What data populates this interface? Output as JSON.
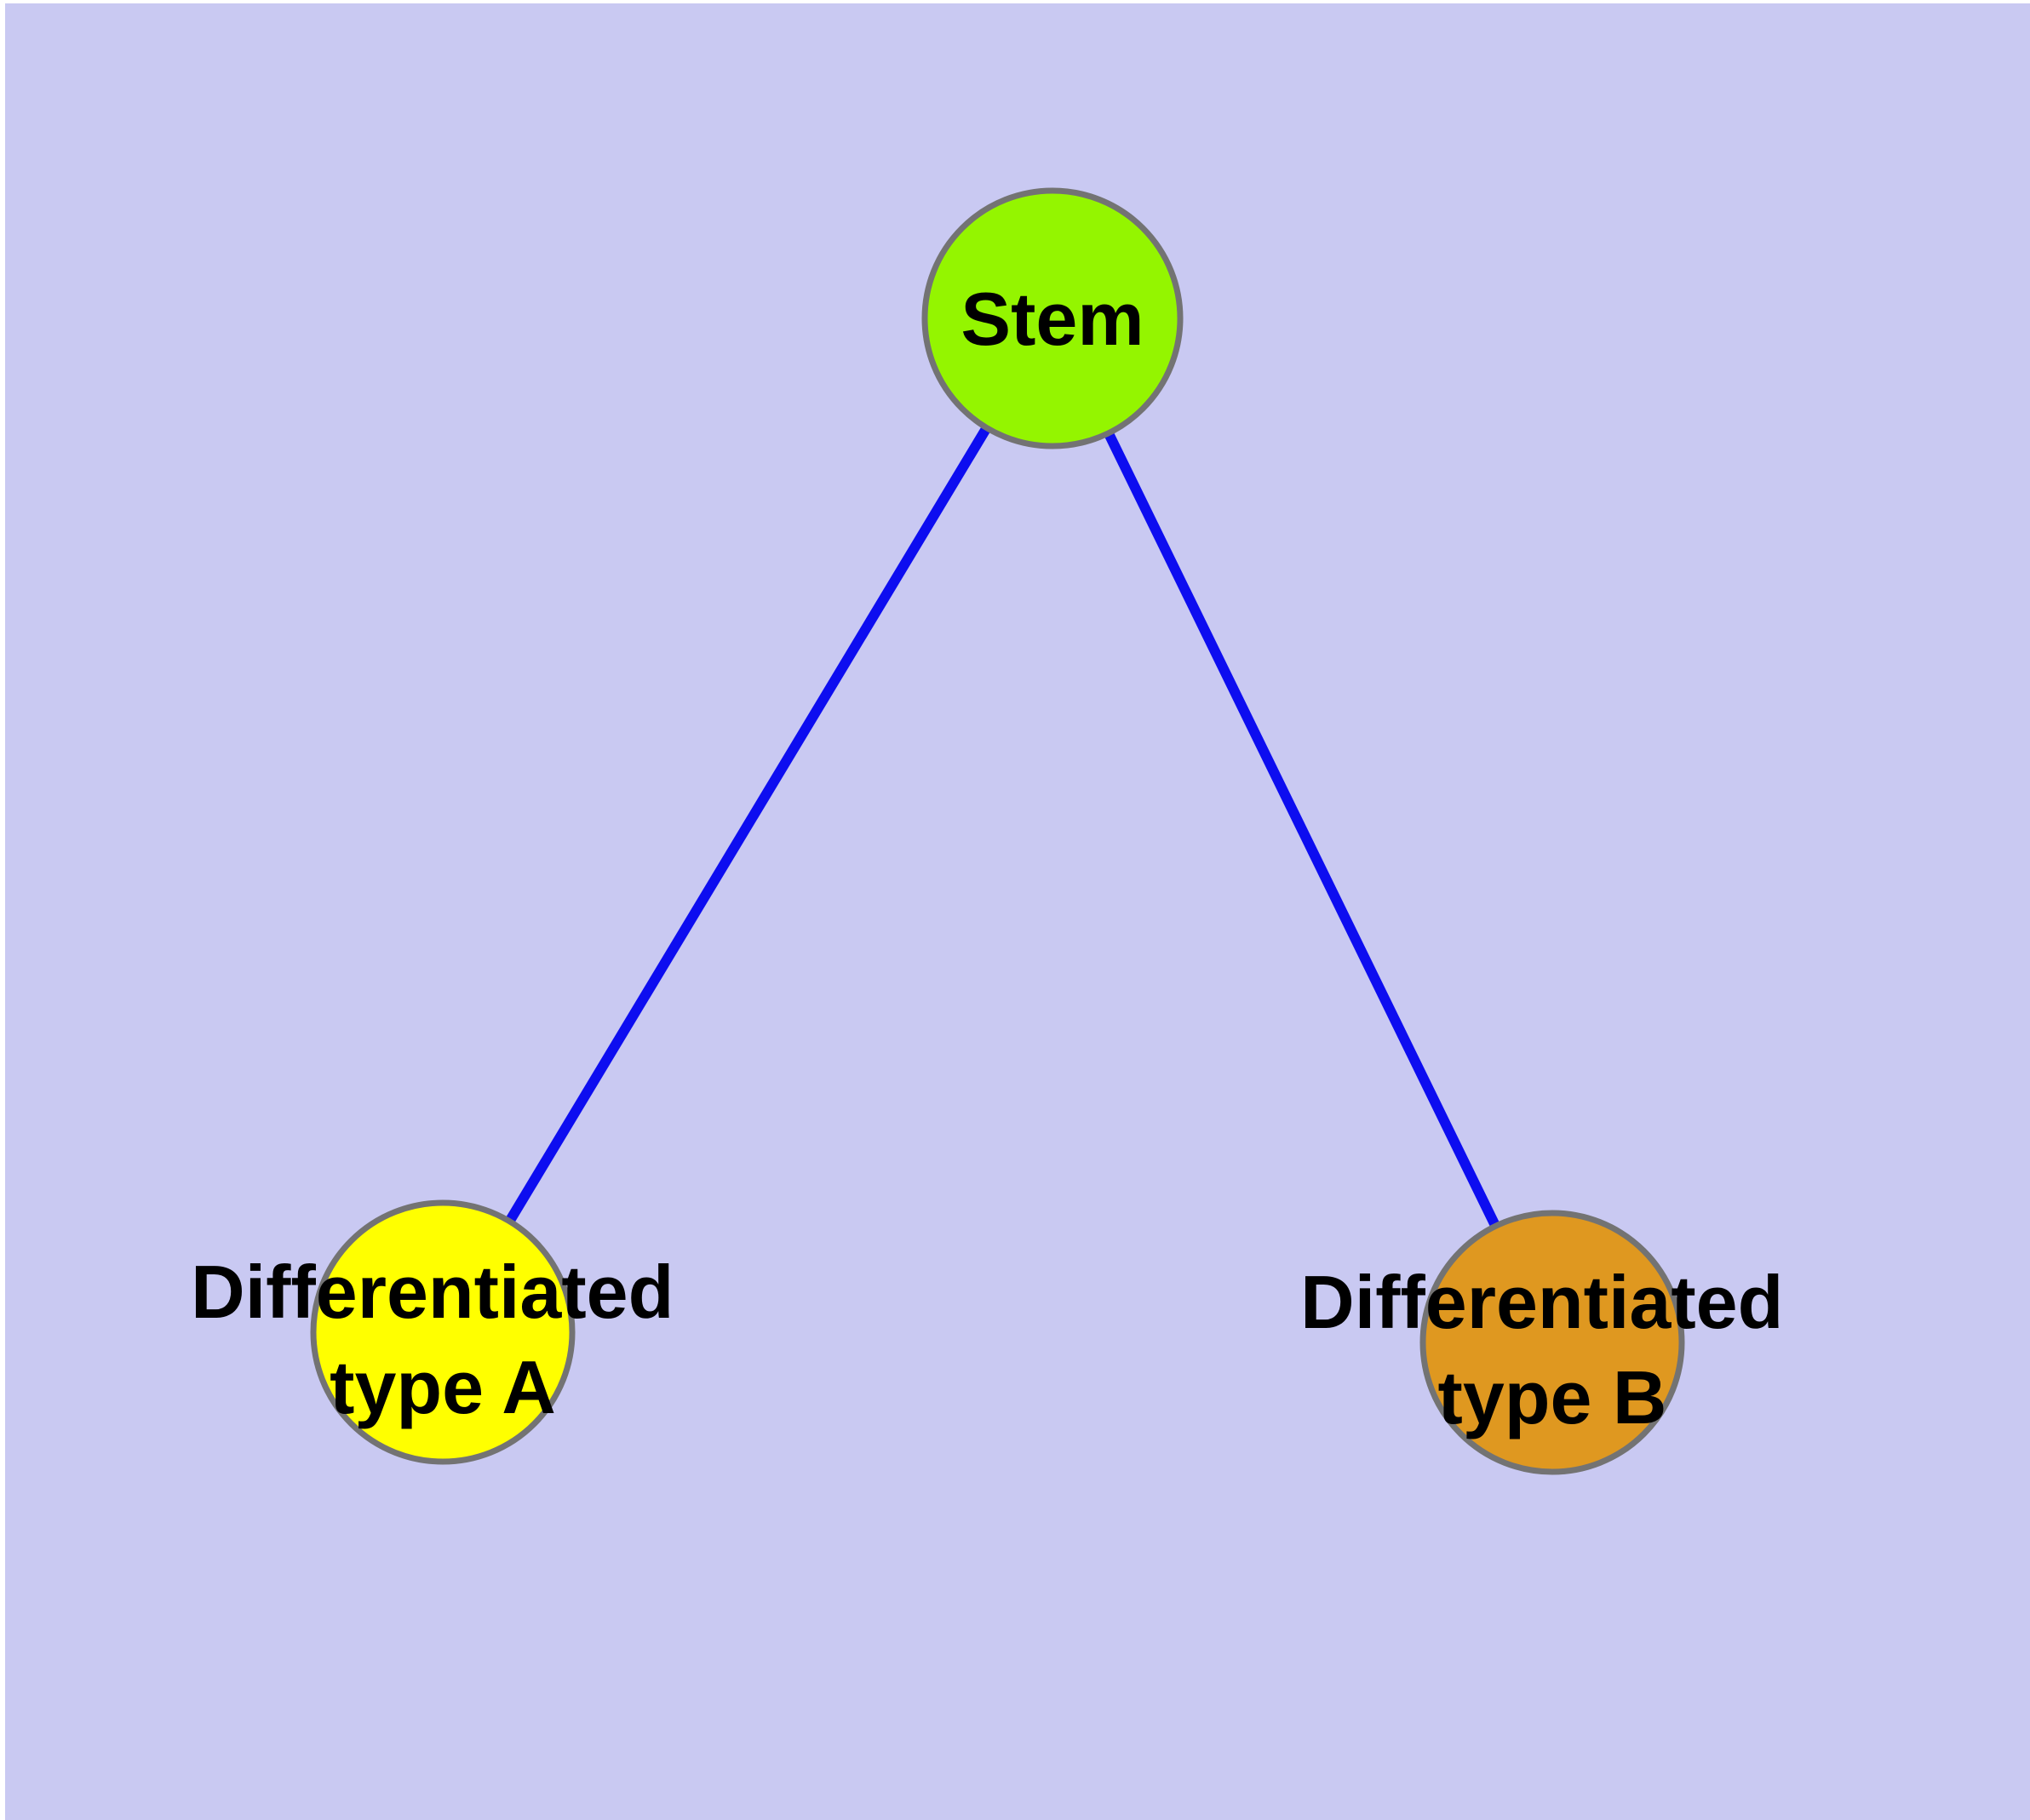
{
  "canvas": {
    "background_color": "#c9c9f2",
    "margin_color": "#ffffff",
    "edge_color": "#0d0df0",
    "node_border_color": "#737373",
    "label_color": "#000000"
  },
  "graph": {
    "nodes": [
      {
        "id": "stem",
        "label": "Stem",
        "fill": "#94f500"
      },
      {
        "id": "type-a",
        "label_line1": "Differentiated",
        "label_line2": "type A",
        "fill": "#ffff00"
      },
      {
        "id": "type-b",
        "label_line1": "Differentiated",
        "label_line2": "type B",
        "fill": "#df9820"
      }
    ],
    "edges": [
      {
        "from": "Stem",
        "to": "Differentiated type A"
      },
      {
        "from": "Stem",
        "to": "Differentiated type B"
      }
    ]
  }
}
